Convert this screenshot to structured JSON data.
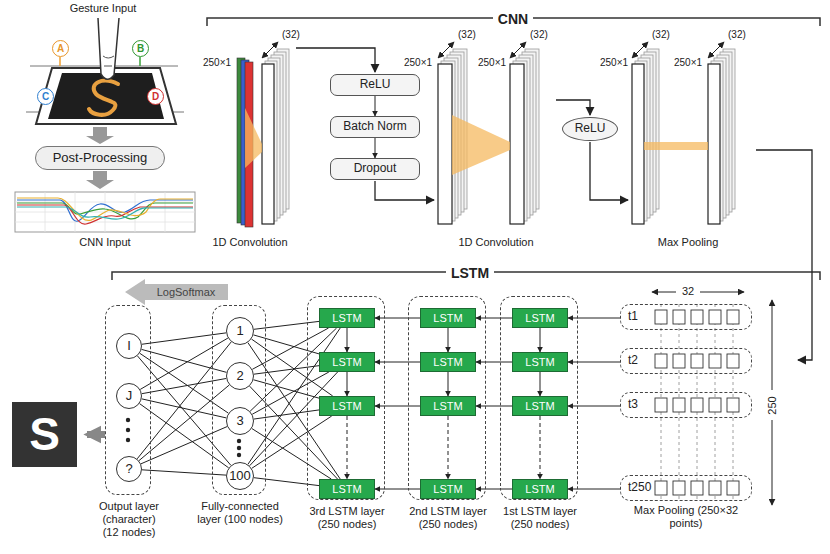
{
  "diagram": {
    "nodes": [
      {
        "text": [
          "A"
        ]
      },
      {
        "text": [
          "B"
        ]
      },
      {
        "text": [
          "C"
        ]
      },
      {
        "text": [
          "D"
        ]
      },
      {
        "text": [
          "Post-Processing"
        ]
      },
      {
        "text": [
          "ReLU"
        ]
      },
      {
        "text": [
          "Batch Norm"
        ]
      },
      {
        "text": [
          "Dropout"
        ]
      },
      {
        "text": [
          "ReLU"
        ]
      },
      {
        "text": [
          "S"
        ]
      },
      {
        "text": [
          "Output layer (character) (12 nodes)"
        ]
      },
      {
        "text": [
          "I"
        ],
        "in": 10
      },
      {
        "text": [
          "J"
        ],
        "in": 10
      },
      {
        "text": [
          "?"
        ],
        "in": 10
      },
      {
        "text": [
          "Fully-connected layer (100 nodes)"
        ]
      },
      {
        "text": [
          "1"
        ],
        "in": 14
      },
      {
        "text": [
          "2"
        ],
        "in": 14
      },
      {
        "text": [
          "3"
        ],
        "in": 14
      },
      {
        "text": [
          "100"
        ],
        "in": 14
      },
      {
        "text": [
          "3rd LSTM layer (250 nodes)"
        ]
      },
      {
        "text": [
          "LSTM"
        ],
        "in": 19
      },
      {
        "text": [
          "LSTM"
        ],
        "in": 19
      },
      {
        "text": [
          "LSTM"
        ],
        "in": 19
      },
      {
        "text": [
          "LSTM"
        ],
        "in": 19
      },
      {
        "text": [
          "2nd LSTM layer (250 nodes)"
        ]
      },
      {
        "text": [
          "LSTM"
        ],
        "in": 24
      },
      {
        "text": [
          "LSTM"
        ],
        "in": 24
      },
      {
        "text": [
          "LSTM"
        ],
        "in": 24
      },
      {
        "text": [
          "LSTM"
        ],
        "in": 24
      },
      {
        "text": [
          "1st LSTM layer (250 nodes)"
        ]
      },
      {
        "text": [
          "LSTM"
        ],
        "in": 29
      },
      {
        "text": [
          "LSTM"
        ],
        "in": 29
      },
      {
        "text": [
          "LSTM"
        ],
        "in": 29
      },
      {
        "text": [
          "LSTM"
        ],
        "in": 29
      },
      {
        "text": [
          "t1"
        ]
      },
      {
        "text": [
          "t2"
        ]
      },
      {
        "text": [
          "t3"
        ]
      },
      {
        "text": [
          "t250"
        ]
      }
    ],
    "edges": [
      {
        "from": 5,
        "to": 6,
        "arrow": "to"
      },
      {
        "from": 6,
        "to": 7,
        "arrow": "to"
      },
      {
        "from": 34,
        "to": 30,
        "arrow": "to"
      },
      {
        "from": 35,
        "to": 31,
        "arrow": "to"
      },
      {
        "from": 36,
        "to": 32,
        "arrow": "to"
      },
      {
        "from": 37,
        "to": 33,
        "arrow": "to"
      },
      {
        "from": 30,
        "to": 25,
        "arrow": "to"
      },
      {
        "from": 31,
        "to": 26,
        "arrow": "to"
      },
      {
        "from": 32,
        "to": 27,
        "arrow": "to"
      },
      {
        "from": 33,
        "to": 28,
        "arrow": "to"
      },
      {
        "from": 25,
        "to": 20,
        "arrow": "to"
      },
      {
        "from": 26,
        "to": 21,
        "arrow": "to"
      },
      {
        "from": 27,
        "to": 22,
        "arrow": "to"
      },
      {
        "from": 28,
        "to": 23,
        "arrow": "to"
      },
      {
        "from": 30,
        "to": 31,
        "arrow": "to"
      },
      {
        "from": 31,
        "to": 32,
        "arrow": "to"
      },
      {
        "from": 32,
        "to": 33,
        "arrow": "to"
      },
      {
        "from": 25,
        "to": 26,
        "arrow": "to"
      },
      {
        "from": 26,
        "to": 27,
        "arrow": "to"
      },
      {
        "from": 27,
        "to": 28,
        "arrow": "to"
      },
      {
        "from": 20,
        "to": 21,
        "arrow": "to"
      },
      {
        "from": 21,
        "to": 22,
        "arrow": "to"
      },
      {
        "from": 22,
        "to": 23,
        "arrow": "to"
      },
      {
        "from": 20,
        "to": 15,
        "arrow": "none"
      },
      {
        "from": 20,
        "to": 16,
        "arrow": "none"
      },
      {
        "from": 20,
        "to": 17,
        "arrow": "none"
      },
      {
        "from": 20,
        "to": 18,
        "arrow": "none"
      },
      {
        "from": 21,
        "to": 15,
        "arrow": "none"
      },
      {
        "from": 21,
        "to": 16,
        "arrow": "none"
      },
      {
        "from": 21,
        "to": 17,
        "arrow": "none"
      },
      {
        "from": 21,
        "to": 18,
        "arrow": "none"
      },
      {
        "from": 22,
        "to": 15,
        "arrow": "none"
      },
      {
        "from": 22,
        "to": 16,
        "arrow": "none"
      },
      {
        "from": 22,
        "to": 17,
        "arrow": "none"
      },
      {
        "from": 22,
        "to": 18,
        "arrow": "none"
      },
      {
        "from": 23,
        "to": 15,
        "arrow": "none"
      },
      {
        "from": 23,
        "to": 16,
        "arrow": "none"
      },
      {
        "from": 23,
        "to": 17,
        "arrow": "none"
      },
      {
        "from": 23,
        "to": 18,
        "arrow": "none"
      },
      {
        "from": 15,
        "to": 11,
        "arrow": "none"
      },
      {
        "from": 15,
        "to": 12,
        "arrow": "none"
      },
      {
        "from": 15,
        "to": 13,
        "arrow": "none"
      },
      {
        "from": 16,
        "to": 11,
        "arrow": "none"
      },
      {
        "from": 16,
        "to": 12,
        "arrow": "none"
      },
      {
        "from": 16,
        "to": 13,
        "arrow": "none"
      },
      {
        "from": 17,
        "to": 11,
        "arrow": "none"
      },
      {
        "from": 17,
        "to": 12,
        "arrow": "none"
      },
      {
        "from": 17,
        "to": 13,
        "arrow": "none"
      },
      {
        "from": 18,
        "to": 11,
        "arrow": "none"
      },
      {
        "from": 18,
        "to": 12,
        "arrow": "none"
      },
      {
        "from": 18,
        "to": 13,
        "arrow": "none"
      },
      {
        "from": 10,
        "to": 9,
        "arrow": "to"
      }
    ],
    "labels": [
      "Gesture Input",
      "CNN Input",
      "CNN",
      "250×1",
      "(32)",
      "1D Convolution",
      "250×1",
      "(32)",
      "250×1",
      "(32)",
      "1D Convolution",
      "250×1",
      "(32)",
      "250×1",
      "(32)",
      "Max Pooling",
      "LSTM",
      "LogSoftmax",
      "32",
      "250",
      "Max Pooling (250×32 points)"
    ]
  }
}
